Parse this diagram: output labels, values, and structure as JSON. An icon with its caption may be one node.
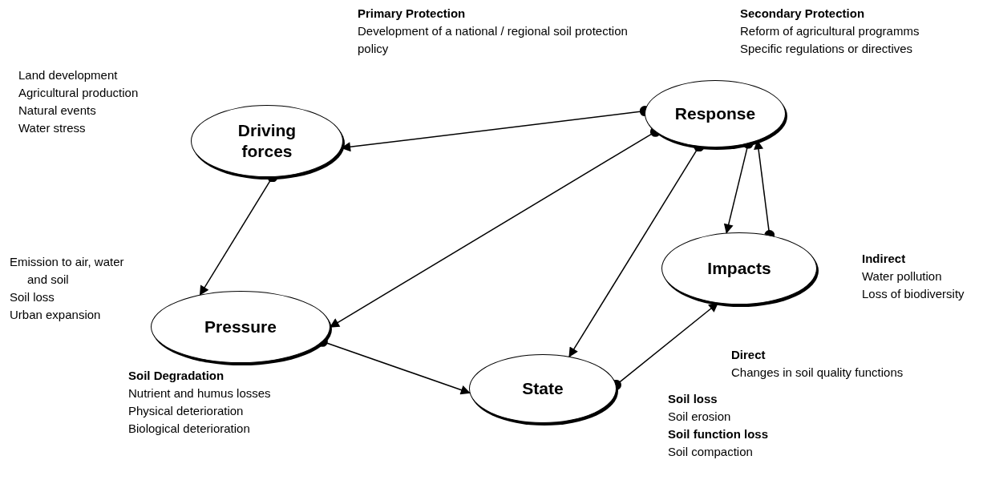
{
  "diagram": {
    "nodes": [
      {
        "text": [
          "Driving forces"
        ]
      },
      {
        "text": [
          "Response"
        ]
      },
      {
        "text": [
          "Pressure"
        ]
      },
      {
        "text": [
          "Impacts"
        ]
      },
      {
        "text": [
          "State"
        ]
      }
    ],
    "edges": [
      {
        "from": 1,
        "to": 0,
        "arrow": "to"
      },
      {
        "from": 0,
        "to": 2,
        "arrow": "to"
      },
      {
        "from": 1,
        "to": 2,
        "arrow": "to"
      },
      {
        "from": 1,
        "to": 4,
        "arrow": "to"
      },
      {
        "from": 1,
        "to": 3,
        "arrow": "to"
      },
      {
        "from": 3,
        "to": 1,
        "arrow": "to"
      },
      {
        "from": 2,
        "to": 4,
        "arrow": "to"
      },
      {
        "from": 4,
        "to": 3,
        "arrow": "to"
      }
    ],
    "labels": [
      "**Primary Protection** Development of a national / regional soil protection policy",
      "**Secondary Protection** Reform of agricultural programms",
      "Specific regulations or directives",
      "Land development",
      "Agricultural production",
      "Natural events",
      "Water stress",
      "Emission to air, water and soil",
      "Soil loss",
      "Urban expansion",
      "**Indirect** Water pollution",
      "Loss of biodiversity",
      "**Direct** Changes in soil quality functions",
      "**Soil Degradation** Nutrient and humus losses",
      "Physical deterioration",
      "Biological deterioration",
      "**Soil loss** Soil erosion",
      "**Soil function loss** Soil compaction"
    ]
  }
}
